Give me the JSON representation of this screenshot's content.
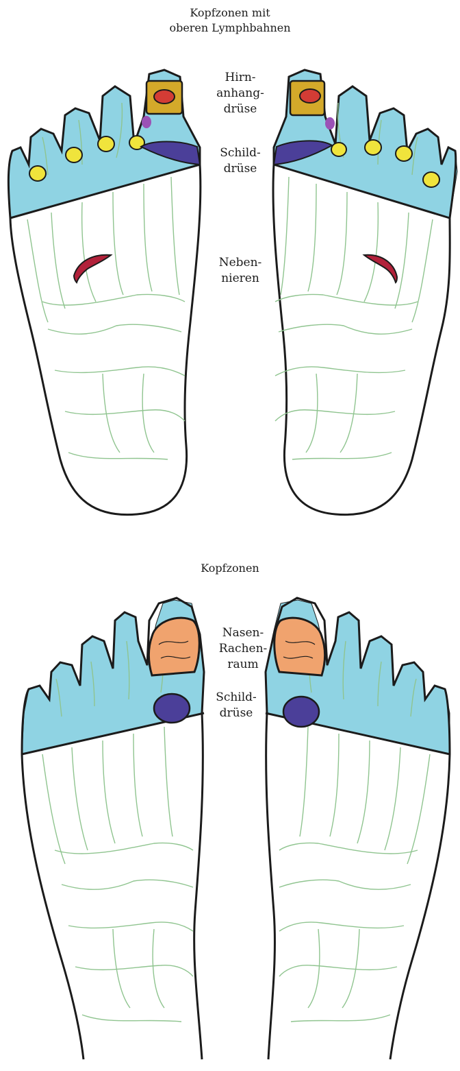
{
  "diagram": {
    "top": {
      "title": "Kopfzonen mit\noberen Lymphbahnen",
      "labels": {
        "hypophyse": "Hirn-\nanhang-\ndrüse",
        "thyroid": "Schild-\ndrüse",
        "adrenal": "Neben-\nnieren"
      }
    },
    "bottom": {
      "title": "Kopfzonen",
      "labels": {
        "naso": "Nasen-\nRachen-\nraum",
        "thyroid": "Schild-\ndrüse"
      }
    }
  },
  "colors": {
    "head_zone": "#8fd3e3",
    "lymph_dots": "#f0e43c",
    "hypophysis_box": "#d4a92a",
    "hypophysis_core": "#d33c35",
    "thyroid": "#4b3f99",
    "adrenal": "#b2213a",
    "pineal": "#9b52b6",
    "nasopharynx": "#f0a36e",
    "bone_lines": "#8fc48f",
    "outline": "#1b1b1b"
  }
}
